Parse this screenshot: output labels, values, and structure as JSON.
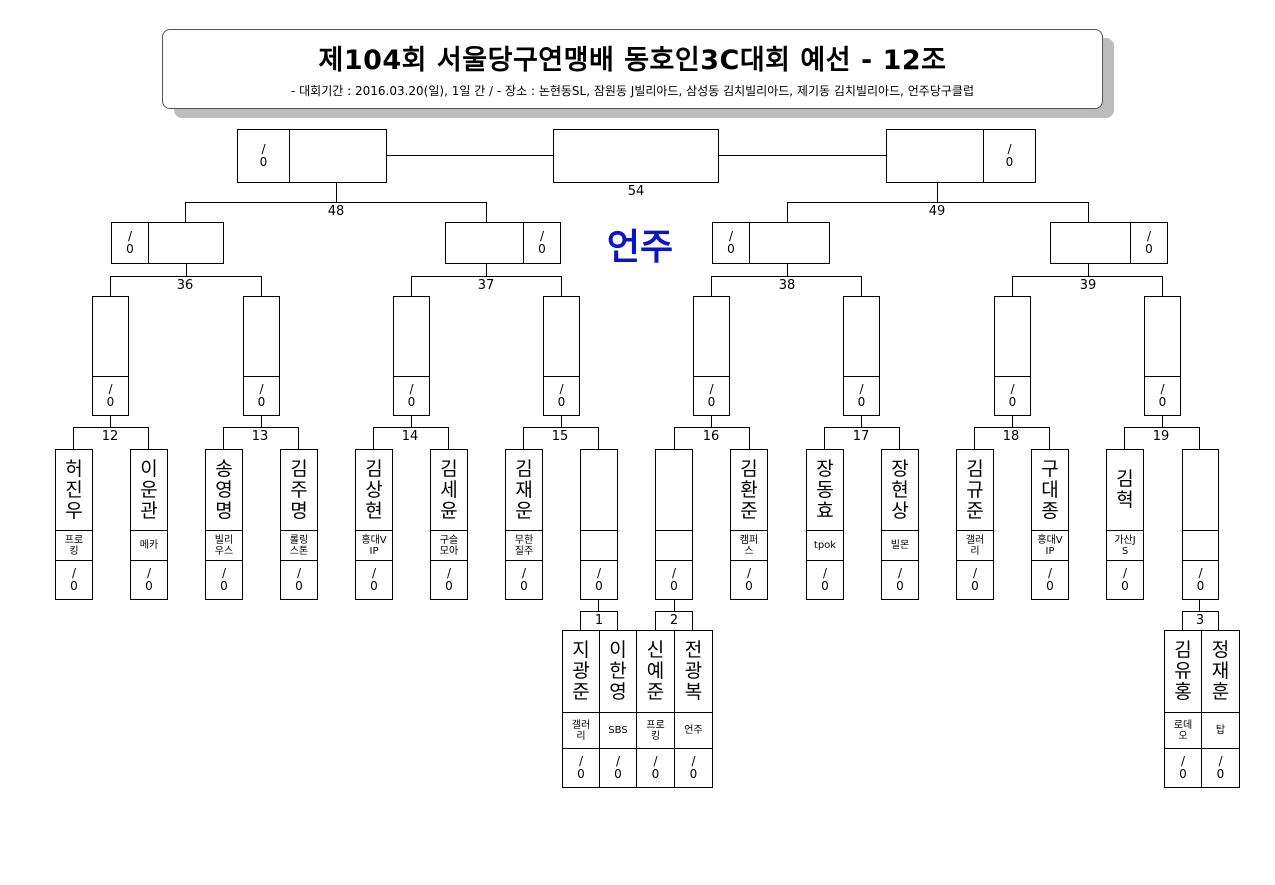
{
  "header": {
    "title": "제104회  서울당구연맹배  동호인3C대회  예선  -  12조",
    "subtitle": "-  대회기간  :  2016.03.20(일),  1일  간  /  -  장소  :  논현동SL,  잠원동 J빌리아드,  삼성동 김치빌리아드,  제기동 김치빌리아드,  언주당구클럽"
  },
  "venue_label": "언주",
  "score_text": "/\n0",
  "match_numbers": {
    "m1": "1",
    "m2": "2",
    "m3": "3",
    "m12": "12",
    "m13": "13",
    "m14": "14",
    "m15": "15",
    "m16": "16",
    "m17": "17",
    "m18": "18",
    "m19": "19",
    "m36": "36",
    "m37": "37",
    "m38": "38",
    "m39": "39",
    "m48": "48",
    "m49": "49",
    "m54": "54"
  },
  "players": [
    {
      "name": "허진우",
      "club": "프로킹"
    },
    {
      "name": "이운관",
      "club": "메카"
    },
    {
      "name": "송영명",
      "club": "빌리우스"
    },
    {
      "name": "김주명",
      "club": "롤링스톤"
    },
    {
      "name": "김상현",
      "club": "홍대VIP"
    },
    {
      "name": "김세윤",
      "club": "구슬모아"
    },
    {
      "name": "김재운",
      "club": "무한질주"
    },
    {
      "name": "",
      "club": ""
    },
    {
      "name": "",
      "club": ""
    },
    {
      "name": "김환준",
      "club": "캠퍼스"
    },
    {
      "name": "장동효",
      "club": "tpok"
    },
    {
      "name": "장현상",
      "club": "빌몬"
    },
    {
      "name": "김규준",
      "club": "갤러리"
    },
    {
      "name": "구대종",
      "club": "홍대VIP"
    },
    {
      "name": "김 혁",
      "club": "가산JS"
    },
    {
      "name": "",
      "club": ""
    }
  ],
  "prelim_players": [
    {
      "name": "지광준",
      "club": "갤러리"
    },
    {
      "name": "이한영",
      "club": "SBS"
    },
    {
      "name": "신예준",
      "club": "프로킹"
    },
    {
      "name": "전광복",
      "club": "언주"
    },
    {
      "name": "김유홍",
      "club": "로데오"
    },
    {
      "name": "정재훈",
      "club": "탑"
    }
  ]
}
